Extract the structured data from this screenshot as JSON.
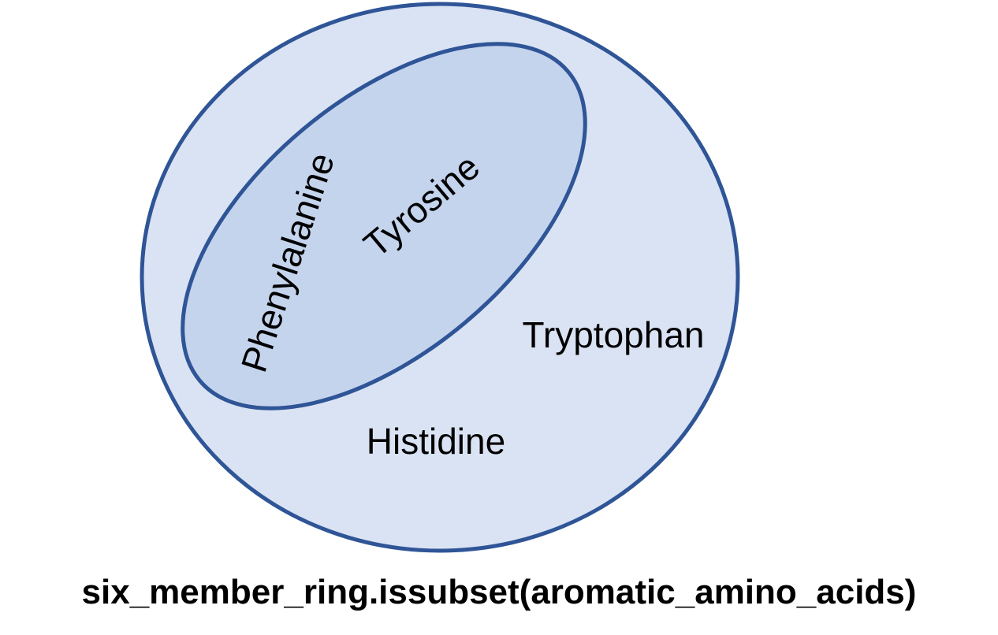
{
  "diagram": {
    "outer_set": {
      "fill": "#dae3f3",
      "stroke": "#2f5597",
      "items": [
        "Tryptophan",
        "Histidine"
      ]
    },
    "inner_set": {
      "fill": "#c5d4ed",
      "stroke": "#2f5597",
      "items": [
        "Phenylalanine",
        "Tyrosine"
      ]
    },
    "caption": "six_member_ring.issubset(aromatic_amino_acids)"
  }
}
